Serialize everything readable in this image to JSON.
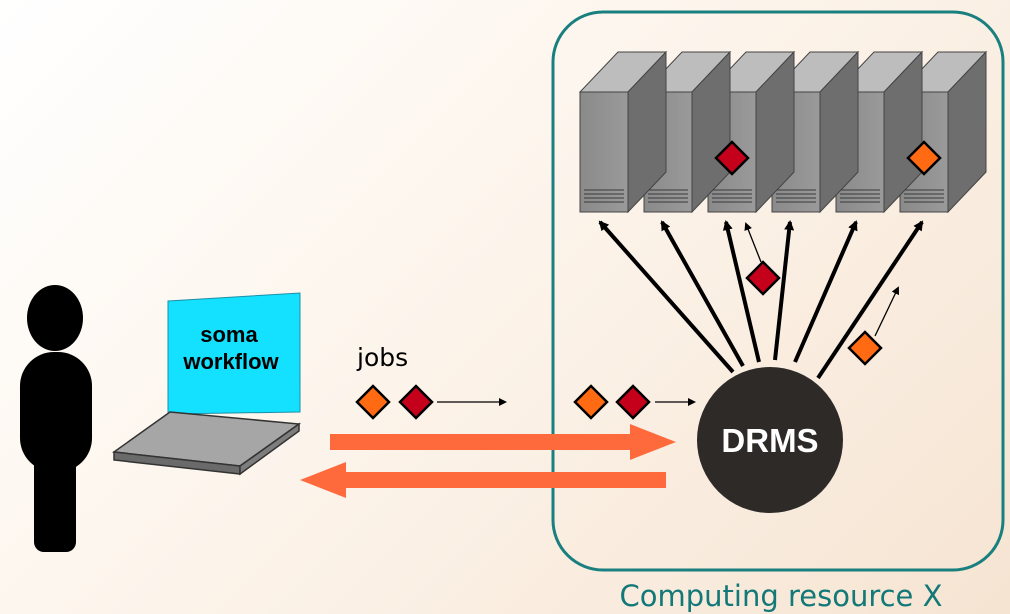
{
  "laptop": {
    "screen_line1": "soma",
    "screen_line2": "workflow"
  },
  "jobs_label": "jobs",
  "drms_label": "DRMS",
  "resource_label": "Computing resource X",
  "server_count": 6,
  "colors": {
    "job_orange": "#ff6a13",
    "job_red": "#c4001a",
    "transfer_arrow": "#ff6a3d",
    "resource_border": "#1a7f7f",
    "resource_label": "#127878",
    "laptop_screen": "#13e1ff",
    "drms_fill": "#2e2a28",
    "person": "#000000"
  }
}
